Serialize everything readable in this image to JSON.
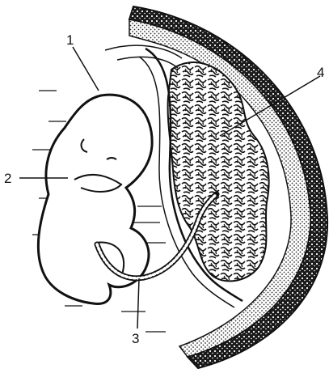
{
  "labels": [
    {
      "id": "1",
      "text": "1"
    },
    {
      "id": "2",
      "text": "2"
    },
    {
      "id": "3",
      "text": "3"
    },
    {
      "id": "4",
      "text": "4"
    }
  ],
  "colors": {
    "ink": "#111111",
    "paper": "#ffffff",
    "stipple": "#444444"
  }
}
